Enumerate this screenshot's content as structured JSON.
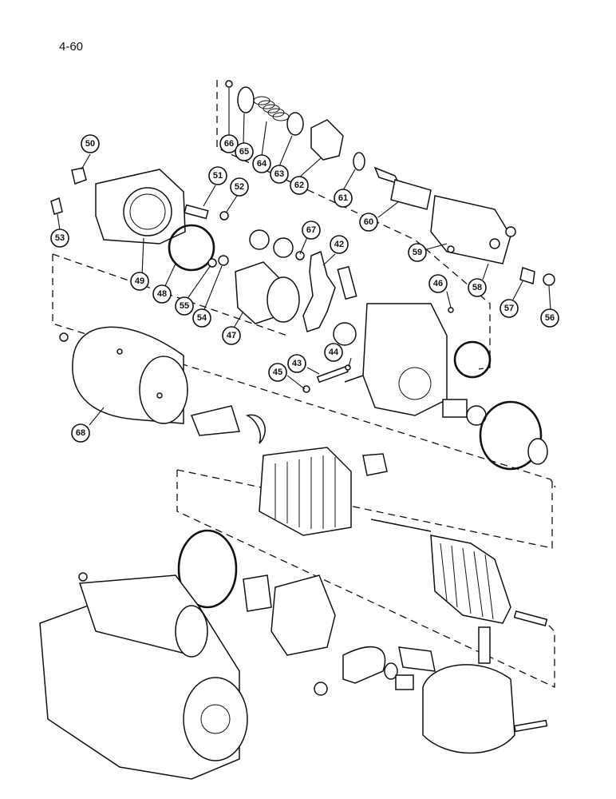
{
  "page": {
    "number": "4-60"
  },
  "callouts": [
    {
      "id": "66",
      "label": "66"
    },
    {
      "id": "65",
      "label": "65"
    },
    {
      "id": "64",
      "label": "64"
    },
    {
      "id": "63",
      "label": "63"
    },
    {
      "id": "62",
      "label": "62"
    },
    {
      "id": "61",
      "label": "61"
    },
    {
      "id": "60",
      "label": "60"
    },
    {
      "id": "59",
      "label": "59"
    },
    {
      "id": "58",
      "label": "58"
    },
    {
      "id": "57",
      "label": "57"
    },
    {
      "id": "56",
      "label": "56"
    },
    {
      "id": "50",
      "label": "50"
    },
    {
      "id": "51",
      "label": "51"
    },
    {
      "id": "52",
      "label": "52"
    },
    {
      "id": "53",
      "label": "53"
    },
    {
      "id": "49",
      "label": "49"
    },
    {
      "id": "48",
      "label": "48"
    },
    {
      "id": "55",
      "label": "55"
    },
    {
      "id": "54",
      "label": "54"
    },
    {
      "id": "47",
      "label": "47"
    },
    {
      "id": "67",
      "label": "67"
    },
    {
      "id": "42",
      "label": "42"
    },
    {
      "id": "46",
      "label": "46"
    },
    {
      "id": "44",
      "label": "44"
    },
    {
      "id": "43",
      "label": "43"
    },
    {
      "id": "45",
      "label": "45"
    },
    {
      "id": "68",
      "label": "68"
    }
  ]
}
